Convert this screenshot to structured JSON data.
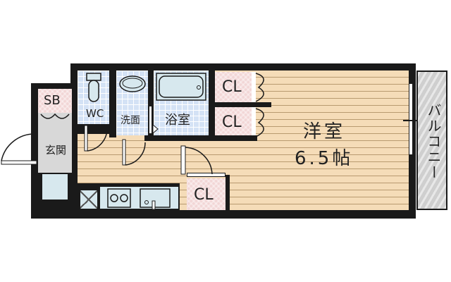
{
  "floorplan": {
    "rooms": {
      "western_room": {
        "name": "洋室",
        "size": "6.5帖"
      },
      "bathroom": {
        "name": "浴室"
      },
      "washroom": {
        "name": "洗面"
      },
      "toilet": {
        "name": "WC"
      },
      "entrance": {
        "name": "玄関"
      },
      "shoe_box": {
        "name": "SB"
      },
      "balcony": {
        "name": "バルコニー"
      },
      "closets": [
        {
          "name": "CL"
        },
        {
          "name": "CL"
        },
        {
          "name": "CL"
        }
      ]
    },
    "fixtures": [
      "toilet-icon",
      "washbasin-icon",
      "bathtub-icon",
      "stove-icon",
      "sink-icon",
      "washing-machine-icon",
      "fridge-space-icon"
    ],
    "colors": {
      "wall": "#1a1a1a",
      "wood_floor": "#f5dcb8",
      "tile_floor": "#d4e2f5",
      "closet": "#f2d6d6",
      "balcony": "#cfcfcf",
      "fixture": "#d7e8ee"
    }
  }
}
